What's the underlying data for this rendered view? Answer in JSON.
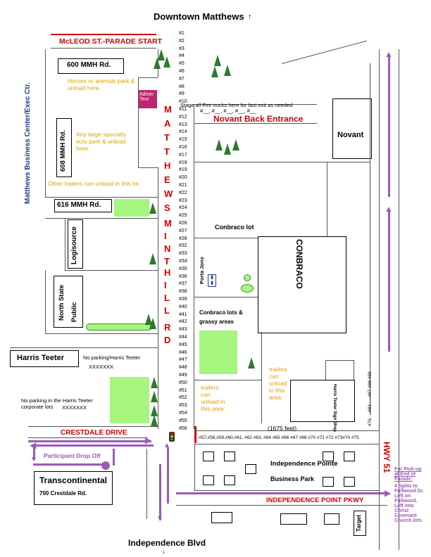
{
  "title": "Downtown Matthews",
  "bottom_title": "Independence Blvd",
  "mcleod": "McLEOD ST.-PARADE START",
  "matthews_ctr": "Matthews Business Center/Exec Ctr.",
  "mmh600": "600 MMH Rd.",
  "horses_note": "Horses or animals park & unload here.",
  "admin_tent": "Admin Tent",
  "mmh608": "608 MMH Rd.",
  "specialty_note": "Any large specialty acts park & unload here.",
  "other_trailers": "Other trailers can unload in this lot.",
  "mmh616": "616 MMH Rd.",
  "logisource": "Logisource",
  "north_state": "North State",
  "public": "Public",
  "harris_teeter": "Harris Teeter",
  "no_parking_ht": "No parking/Harris Teeter",
  "xxx1": "XXXXXXX",
  "no_parking_corp": "No parking in the Harris Teeter corporate lots",
  "xxx2": "XXXXXXX",
  "crestdale": "CRESTDALE DRIVE",
  "participant_dropoff": "Participant Drop Off",
  "transcontinental": "Transcontinental",
  "transcontinental_addr": "700 Crestdale Rd.",
  "matthews_letters": [
    "M",
    "A",
    "T",
    "T",
    "H",
    "E",
    "W",
    "S"
  ],
  "mint_letters": [
    "M",
    "I",
    "N",
    "T"
  ],
  "hill_letters": [
    "H",
    "I",
    "L",
    "L"
  ],
  "rd_letters": [
    "R",
    "D"
  ],
  "stations": [
    "#1",
    "#2",
    "#3",
    "#4",
    "#5",
    "#6",
    "#7",
    "#8",
    "#9",
    "#10",
    "#11",
    "#12",
    "#13",
    "#14",
    "#15",
    "#16",
    "#17",
    "#18",
    "#19",
    "#20",
    "#21",
    "#22",
    "#23",
    "#24",
    "#25",
    "#26",
    "#27",
    "#28",
    "#32",
    "#33",
    "#34",
    "#35",
    "#36",
    "#37",
    "#38",
    "#39",
    "#40",
    "#41",
    "#42",
    "#43",
    "#44",
    "#45",
    "#46",
    "#47",
    "#48",
    "#49",
    "#50",
    "#51",
    "#52",
    "#53",
    "#54",
    "#55",
    "#56"
  ],
  "fire_trucks": "Stage all Fire trucks here for fast exit as needed",
  "fire_slots": "#__, #__, #__, #__, #__",
  "novant_back": "Novant Back Entrance",
  "novant": "Novant",
  "conbraco_lot": "Conbraco lot",
  "conbraco": "CONBRACO",
  "porta_jons": "Porta Jons",
  "conbraco_grassy_1": "Conbraco lots &",
  "conbraco_grassy_2": "grassy areas",
  "trailers_right": "trailers can unload in this area.",
  "trailers_left": "trailers can unload in this area.",
  "harris_sign_shop": "Harris Teeter Sign Shop",
  "right_vertical": "#76.....#83......#97 #98 #99",
  "bottom_stations": "#57,#58,#59,#60,#61, #62 #63, #64 #65 #66 #67 #68 #70 #71  #72 #73#74 #75",
  "feet": "(1675 feet)",
  "independence_pointe": "Independence Pointe",
  "business_park": "Business Park",
  "independence_pkwy": "INDEPENDENCE POINT PKWY",
  "hwy51": "HWY 51",
  "target": "Target",
  "pickup_title": "For Pick-up at End of Parade:",
  "pickup_body": "4 lights to Fullwood Dr. Left on Fullwood. Left into Christ Covenant Church lots",
  "colors": {
    "red": "#d10000",
    "orange": "#e0a000",
    "purple": "#9b59b6",
    "green": "#a6f57e",
    "navy": "#1f3b8a"
  }
}
